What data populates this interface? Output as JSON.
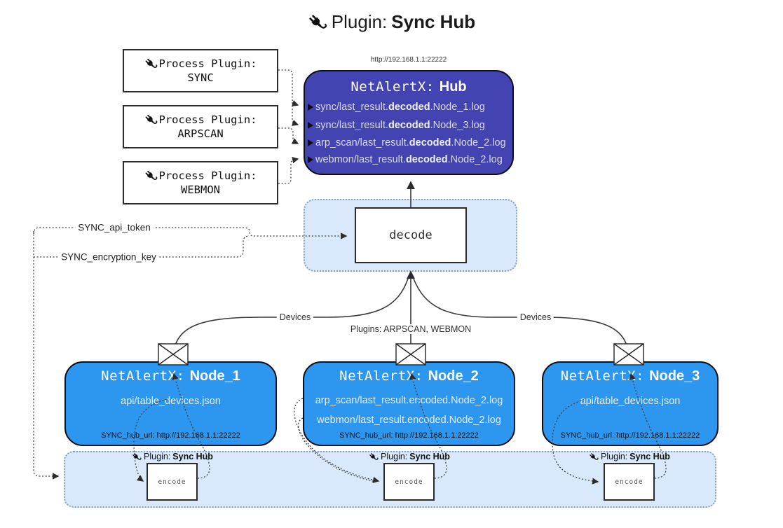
{
  "title": {
    "prefix": "Plugin:",
    "bold": "Sync Hub"
  },
  "process_plugins": [
    {
      "label": "Process Plugin:",
      "name": "SYNC"
    },
    {
      "label": "Process Plugin:",
      "name": "ARPSCAN"
    },
    {
      "label": "Process Plugin:",
      "name": "WEBMON"
    }
  ],
  "hub": {
    "url_label": "http://192.168.1.1:22222",
    "title_prefix": "NetAlertX:",
    "title_bold": "Hub",
    "logs": [
      {
        "prefix": "sync/last_result.",
        "bold": "decoded",
        "suffix": ".Node_1.log"
      },
      {
        "prefix": "sync/last_result.",
        "bold": "decoded",
        "suffix": ".Node_3.log"
      },
      {
        "prefix": "arp_scan/last_result.",
        "bold": "decoded",
        "suffix": ".Node_2.log"
      },
      {
        "prefix": "webmon/last_result.",
        "bold": "decoded",
        "suffix": ".Node_2.log"
      }
    ]
  },
  "decode": {
    "label": "decode"
  },
  "secrets": {
    "api_token": "SYNC_api_token",
    "encryption_key": "SYNC_encryption_key"
  },
  "edge_labels": {
    "devices_left": "Devices",
    "plugins_center": "Plugins: ARPSCAN, WEBMON",
    "devices_right": "Devices"
  },
  "nodes": [
    {
      "title_prefix": "NetAlertX:",
      "title_bold": "Node_1",
      "files": [
        "api/table_devices.json"
      ],
      "hub_url": "SYNC_hub_url: http://192.168.1.1:22222"
    },
    {
      "title_prefix": "NetAlertX:",
      "title_bold": "Node_2",
      "files": [
        "arp_scan/last_result.encoded.Node_2.log",
        "webmon/last_result.encoded.Node_2.log"
      ],
      "hub_url": "SYNC_hub_url: http://192.168.1.1:22222"
    },
    {
      "title_prefix": "NetAlertX:",
      "title_bold": "Node_3",
      "files": [
        "api/table_devices.json"
      ],
      "hub_url": "SYNC_hub_url: http://192.168.1.1:22222"
    }
  ],
  "band": {
    "instances": [
      {
        "prefix": "Plugin:",
        "bold": "Sync Hub",
        "encode": "encode"
      },
      {
        "prefix": "Plugin:",
        "bold": "Sync Hub",
        "encode": "encode"
      },
      {
        "prefix": "Plugin:",
        "bold": "Sync Hub",
        "encode": "encode"
      }
    ]
  },
  "colors": {
    "hub_fill": "#4343b2",
    "node_fill": "#2d96ee",
    "panel_fill": "#d9e8fa",
    "line": "#3a3a3a"
  }
}
